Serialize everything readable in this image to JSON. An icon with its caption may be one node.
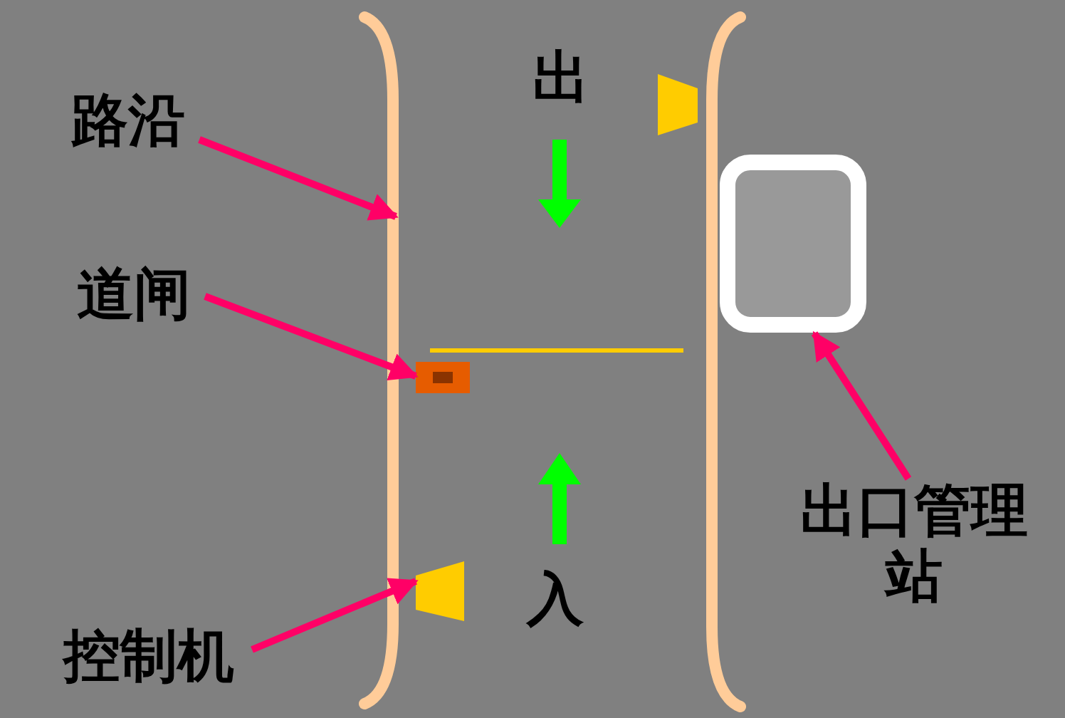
{
  "diagram": {
    "nodes": [
      {
        "text": [
          "路沿"
        ]
      },
      {
        "text": [],
        "shape": "bar"
      },
      {
        "text": [
          "道闸"
        ]
      },
      {
        "text": [],
        "shape": "box"
      },
      {
        "text": [
          "控制机"
        ]
      },
      {
        "text": [],
        "shape": "trapezoid"
      },
      {
        "text": [
          "出口管理站"
        ]
      },
      {
        "text": [],
        "shape": "box"
      }
    ],
    "edges": [
      {
        "from": 0,
        "to": 1,
        "arrow": "to"
      },
      {
        "from": 2,
        "to": 3,
        "arrow": "to"
      },
      {
        "from": 4,
        "to": 5,
        "arrow": "to"
      },
      {
        "from": 6,
        "to": 7,
        "arrow": "to"
      }
    ],
    "labels": [
      "出",
      "入"
    ]
  }
}
